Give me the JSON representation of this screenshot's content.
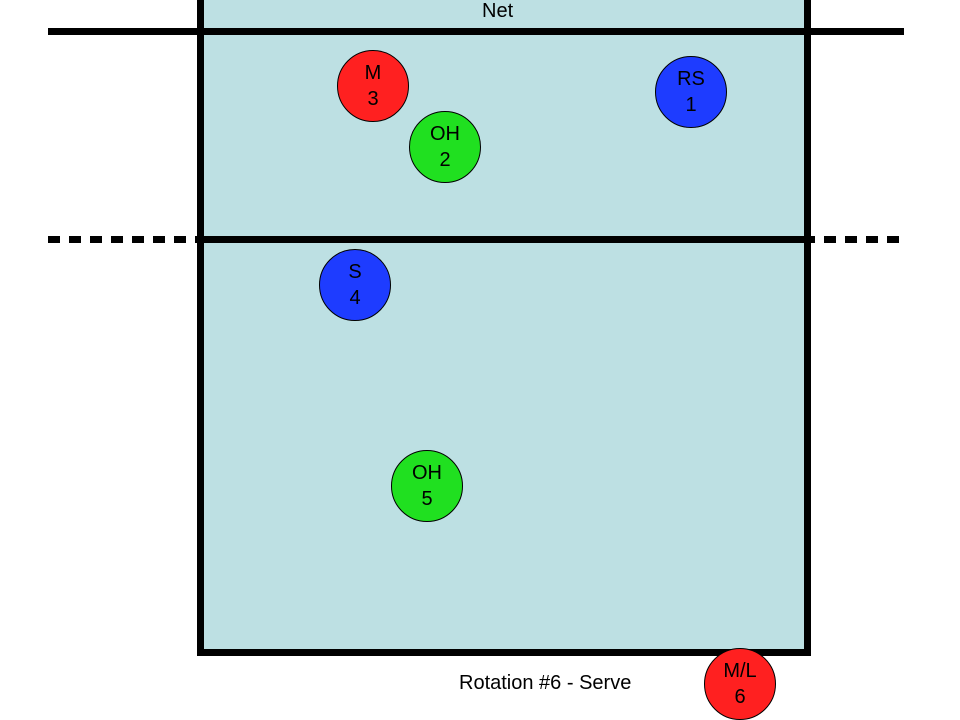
{
  "net_label": "Net",
  "rotation_label": "Rotation #6 - Serve",
  "colors": {
    "court": "#bde0e3",
    "middle": "#ff2020",
    "outside": "#20e020",
    "setter_right": "#1e3cff"
  },
  "players": [
    {
      "role": "M",
      "number": "3",
      "color": "#ff2020"
    },
    {
      "role": "RS",
      "number": "1",
      "color": "#1e3cff"
    },
    {
      "role": "OH",
      "number": "2",
      "color": "#20e020"
    },
    {
      "role": "S",
      "number": "4",
      "color": "#1e3cff"
    },
    {
      "role": "OH",
      "number": "5",
      "color": "#20e020"
    },
    {
      "role": "M/L",
      "number": "6",
      "color": "#ff2020"
    }
  ]
}
